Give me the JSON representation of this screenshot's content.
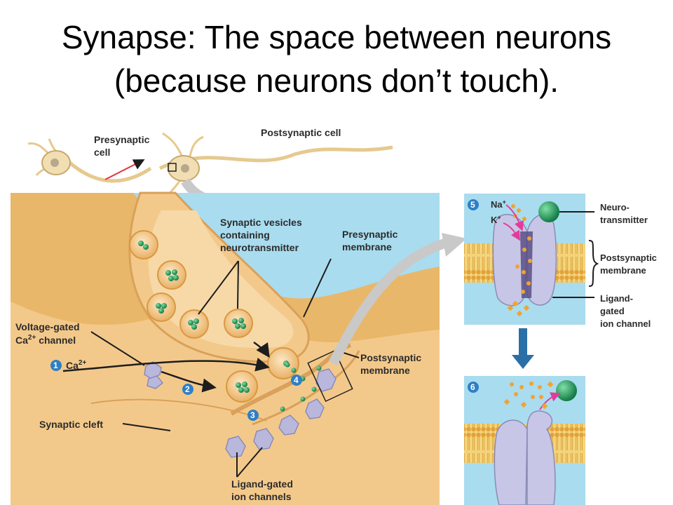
{
  "title": {
    "line1": "Synapse: The space between neurons",
    "line2": "(because neurons don’t touch)."
  },
  "diagram": {
    "overview": {
      "presynaptic_cell": [
        "Presynaptic",
        "cell"
      ],
      "postsynaptic_cell": "Postsynaptic cell"
    },
    "main": {
      "synaptic_vesicles": [
        "Synaptic vesicles",
        "containing",
        "neurotransmitter"
      ],
      "presynaptic_membrane": [
        "Presynaptic",
        "membrane"
      ],
      "voltage_gated": [
        "Voltage-gated",
        "Ca",
        "2+",
        " channel"
      ],
      "calcium_ion": [
        "Ca",
        "2+"
      ],
      "postsynaptic_membrane": [
        "Postsynaptic",
        "membrane"
      ],
      "synaptic_cleft": "Synaptic cleft",
      "ligand_gated_channels": [
        "Ligand-gated",
        "ion channels"
      ]
    },
    "inset5": {
      "sodium": [
        "Na",
        "+"
      ],
      "potassium": [
        "K",
        "+"
      ],
      "neurotransmitter": [
        "Neuro-",
        "transmitter"
      ],
      "postsynaptic_membrane": [
        "Postsynaptic",
        "membrane"
      ],
      "ligand_gated_channel": [
        "Ligand-",
        "gated",
        "ion channel"
      ]
    },
    "steps": [
      "1",
      "2",
      "3",
      "4",
      "5",
      "6"
    ]
  },
  "colors": {
    "extracellular": "#a9dcef",
    "neuron": "#f3c98b",
    "neuron_dark": "#d9a15a",
    "vesicle": "#f7d29a",
    "neurotransmitter": "#1f9a5a",
    "channel": "#b9b8dc",
    "step_badge": "#2e7fc4",
    "ion_orange": "#f0a431"
  }
}
